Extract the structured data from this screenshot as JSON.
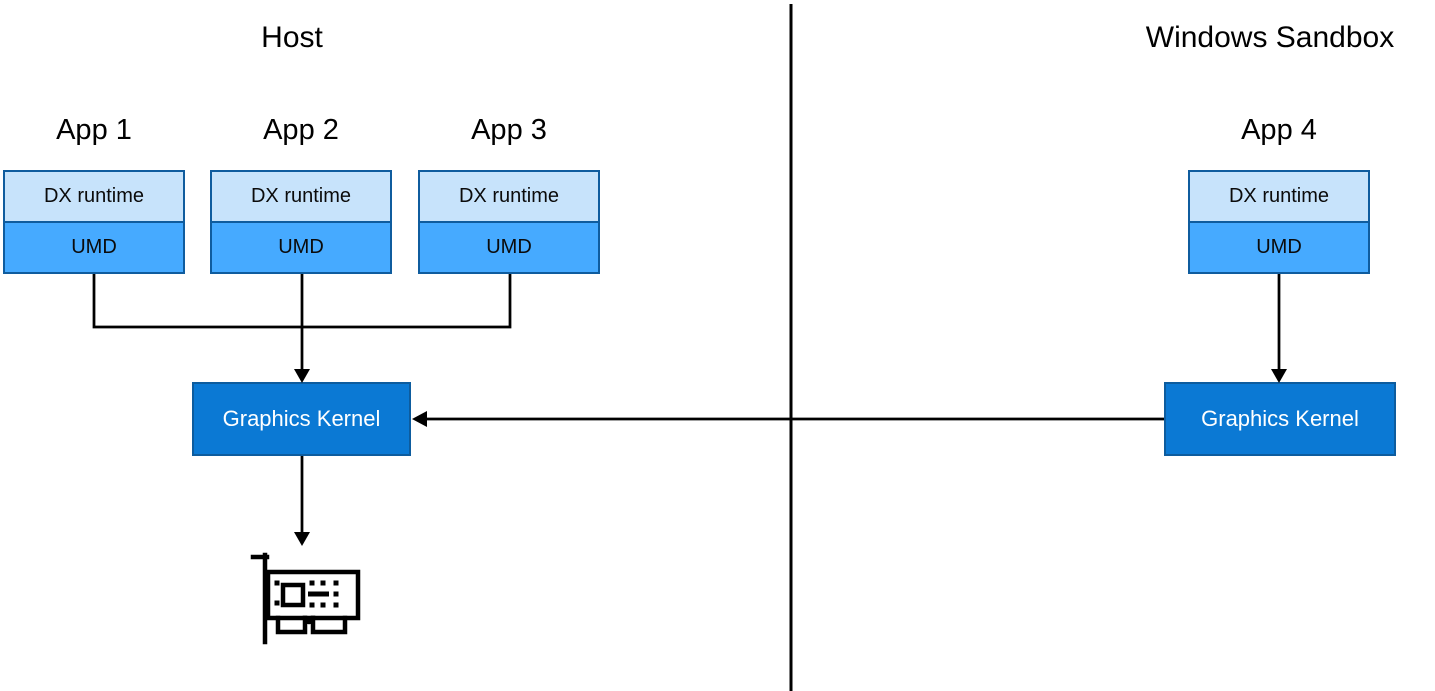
{
  "titles": {
    "host": "Host",
    "sandbox": "Windows Sandbox"
  },
  "apps": [
    {
      "label": "App 1",
      "runtime": "DX runtime",
      "umd": "UMD"
    },
    {
      "label": "App 2",
      "runtime": "DX runtime",
      "umd": "UMD"
    },
    {
      "label": "App 3",
      "runtime": "DX runtime",
      "umd": "UMD"
    },
    {
      "label": "App 4",
      "runtime": "DX runtime",
      "umd": "UMD"
    }
  ],
  "kernels": {
    "host": "Graphics Kernel",
    "sandbox": "Graphics Kernel"
  },
  "icons": {
    "gpu": "graphics-card-icon"
  },
  "colors": {
    "runtime_fill": "#c7e3fb",
    "umd_fill": "#46aaff",
    "box_border": "#0f5c9e",
    "kernel_fill": "#0b79d4",
    "kernel_border": "#0d5c9e",
    "line": "#000000"
  }
}
